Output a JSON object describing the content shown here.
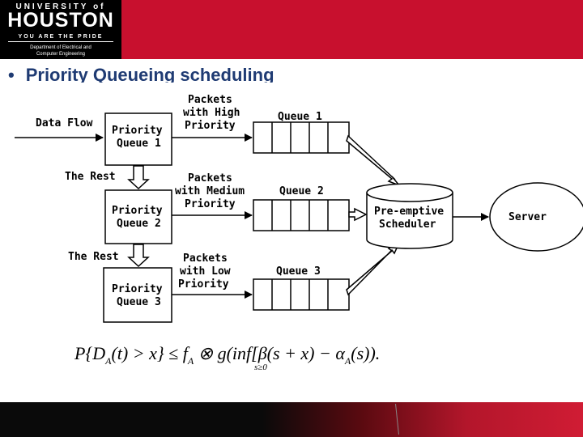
{
  "header": {
    "logo_top": "UNIVERSITY of",
    "logo_main": "HOUSTON",
    "logo_tagline": "YOU ARE THE PRIDE",
    "department_line1": "Department of Electrical and",
    "department_line2": "Computer Engineering"
  },
  "slide": {
    "bullet_symbol": "•",
    "title": "Priority Queueing scheduling"
  },
  "diagram": {
    "data_flow": "Data Flow",
    "the_rest_1": "The Rest",
    "the_rest_2": "The Rest",
    "pq1_line1": "Priority",
    "pq1_line2": "Queue 1",
    "pq2_line1": "Priority",
    "pq2_line2": "Queue 2",
    "pq3_line1": "Priority",
    "pq3_line2": "Queue 3",
    "high_line1": "Packets",
    "high_line2": "with High",
    "high_line3": "Priority",
    "medium_line1": "Packets",
    "medium_line2": "with Medium",
    "medium_line3": "Priority",
    "low_line1": "Packets",
    "low_line2": "with Low",
    "low_line3": "Priority",
    "queue1": "Queue 1",
    "queue2": "Queue 2",
    "queue3": "Queue 3",
    "scheduler_line1": "Pre-emptive",
    "scheduler_line2": "Scheduler",
    "server": "Server"
  },
  "formula": {
    "lhs": "P{D",
    "sub_a1": "A",
    "part2": "(t) > x} ≤ f",
    "sub_a2": "A",
    "part3": " ⊗ g(inf[β(s + x) − α",
    "sub_a3": "A",
    "part4": "(s)).",
    "inf_sub": "s≥0"
  },
  "colors": {
    "header_red": "#c8102e",
    "title_blue": "#1f3b73"
  }
}
